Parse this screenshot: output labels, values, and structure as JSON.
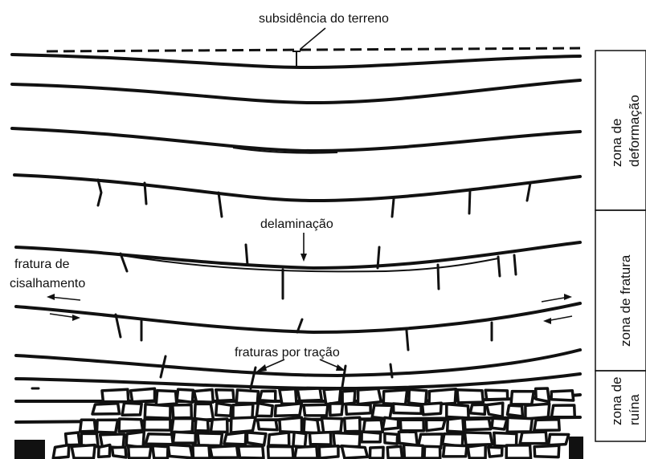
{
  "labels": {
    "subsidence": "subsidência do terreno",
    "delamination": "delaminação",
    "shear_fracture_line1": "fratura de",
    "shear_fracture_line2": "cisalhamento",
    "tension_fractures": "fraturas por tração"
  },
  "zones": {
    "deformation_line1": "zona de",
    "deformation_line2": "deformação",
    "fracture": "zona de fratura",
    "ruin_line1": "zona de",
    "ruin_line2": "ruína"
  },
  "colors": {
    "ink": "#111111",
    "background": "#ffffff"
  }
}
